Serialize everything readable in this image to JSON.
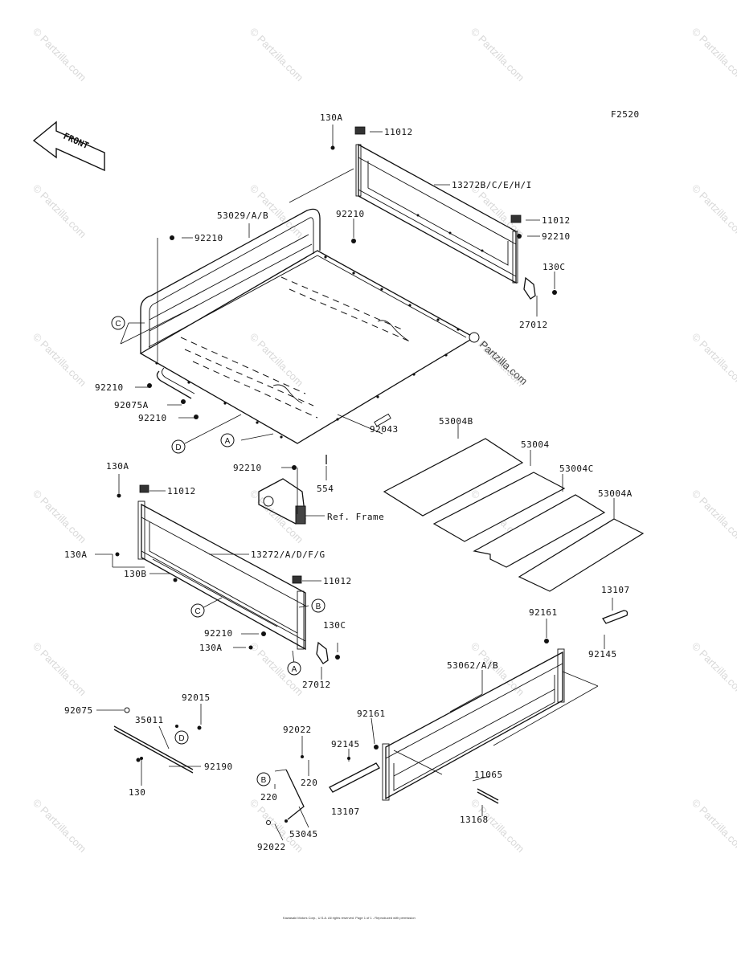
{
  "figure_code": "F2520",
  "front_label": "FRONT",
  "watermark": "© Partzilla.com",
  "brand_watermark": "Partzilla.com",
  "copyright": "Kawasaki Motors Corp., U.S.A. All rights reserved. Page 1 of 1 - Reproduced with permission",
  "ref_frame": "Ref. Frame",
  "callouts": [
    "A",
    "B",
    "C",
    "D"
  ],
  "part_labels": {
    "p130A_top": "130A",
    "p11012_top": "11012",
    "p13272B": "13272B/C/E/H/I",
    "p53029": "53029/A/B",
    "p92210_a": "92210",
    "p92210_b": "92210",
    "p11012_b": "11012",
    "p92210_c": "92210",
    "p130C_top": "130C",
    "p27012_top": "27012",
    "p92210_d": "92210",
    "p92075A": "92075A",
    "p92210_e": "92210",
    "p92043": "92043",
    "p92210_f": "92210",
    "p554": "554",
    "p53004B": "53004B",
    "p53004": "53004",
    "p53004C": "53004C",
    "p53004A": "53004A",
    "p130A_mid": "130A",
    "p11012_mid": "11012",
    "p130A_left": "130A",
    "p13272A": "13272/A/D/F/G",
    "p130B": "130B",
    "p11012_c": "11012",
    "p92210_g": "92210",
    "p130C_bot": "130C",
    "p130A_bot": "130A",
    "p27012_bot": "27012",
    "p13107_top": "13107",
    "p92161_top": "92161",
    "p92145_top": "92145",
    "p53062": "53062/A/B",
    "p92015": "92015",
    "p92075": "92075",
    "p35011": "35011",
    "p92190": "92190",
    "p130": "130",
    "p92022_top": "92022",
    "p92161_bot": "92161",
    "p92145_bot": "92145",
    "p220_a": "220",
    "p220_b": "220",
    "p13107_bot": "13107",
    "p53045": "53045",
    "p92022_bot": "92022",
    "p11065": "11065",
    "p13168": "13168"
  }
}
